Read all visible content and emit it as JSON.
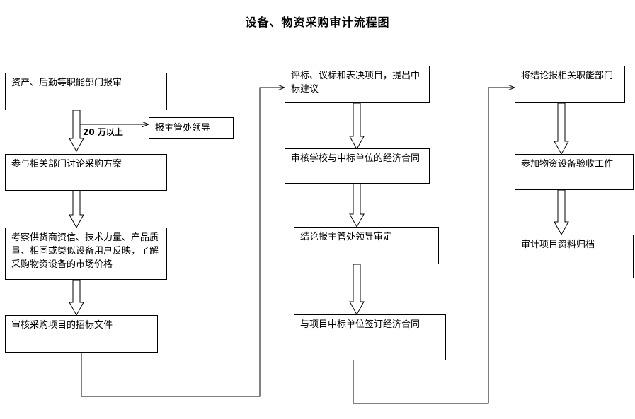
{
  "title": "设备、物资采购审计流程图",
  "columns": [
    {
      "steps": [
        "资产、后勤等职能部门报审",
        "参与相关部门讨论采购方案",
        "考察供货商资信、技术力量、产品质量、相同或类似设备用户反映，了解采购物资设备的市场价格",
        "审核采购项目的招标文件"
      ]
    },
    {
      "steps": [
        "评标、议标和表决项目，提出中标建议",
        "审核学校与中标单位的经济合同",
        "结论报主管处领导审定",
        "与项目中标单位签订经济合同"
      ]
    },
    {
      "steps": [
        "将结论报相关职能部门",
        "参加物资设备验收工作",
        "审计项目资料归档"
      ]
    }
  ],
  "branch": {
    "threshold_label": "20 万以上",
    "target": "报主管处领导"
  }
}
